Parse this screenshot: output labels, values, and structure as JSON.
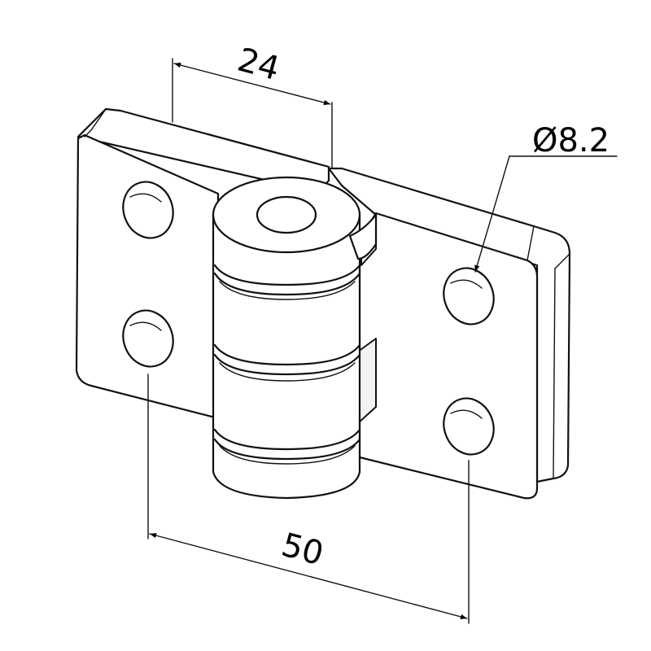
{
  "dimensions": {
    "width_label": "24",
    "hole_spacing_label": "50",
    "hole_diameter_label": "Ø8.2"
  }
}
